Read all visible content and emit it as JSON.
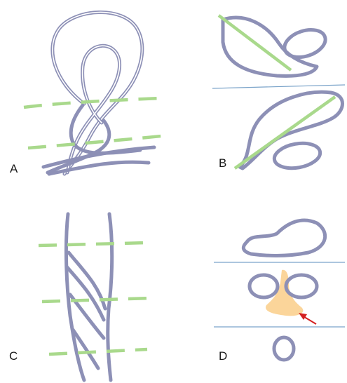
{
  "panels": {
    "a": {
      "label": "A"
    },
    "b": {
      "label": "B"
    },
    "c": {
      "label": "C"
    },
    "d": {
      "label": "D"
    }
  },
  "colors": {
    "loop_stroke": "#8d90b6",
    "cut_line": "#a9d98c",
    "level_line": "#7aa3c9",
    "highlight_fill": "#fbd59a",
    "arrow": "#d42020"
  }
}
